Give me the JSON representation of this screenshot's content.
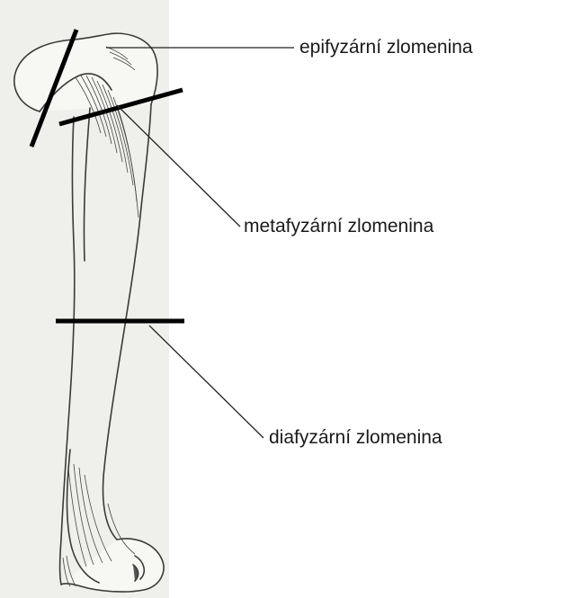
{
  "labels": {
    "epiphyseal": "epifyzární zlomenina",
    "metaphyseal": "metafyzární zlomenina",
    "diaphyseal": "diafyzární zlomenina"
  },
  "colors": {
    "background": "#ffffff",
    "paper_strip": "#efefeb",
    "bone_outline": "#3a3a3a",
    "fracture_line": "#000000",
    "leader_line": "#222222",
    "text": "#1a1a1a"
  }
}
